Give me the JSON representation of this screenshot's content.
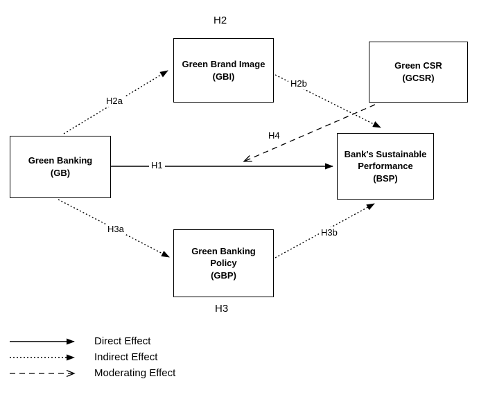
{
  "diagram": {
    "hypothesis_headers": {
      "h2": "H2",
      "h3": "H3"
    },
    "nodes": {
      "gb": {
        "label": "Green Banking\n(GB)"
      },
      "gbi": {
        "label": "Green Brand Image\n(GBI)"
      },
      "gcsr": {
        "label": "Green CSR\n(GCSR)"
      },
      "bsp": {
        "label": "Bank's Sustainable\nPerformance\n(BSP)"
      },
      "gbp": {
        "label": "Green Banking\nPolicy\n(GBP)"
      }
    },
    "edges": [
      {
        "id": "h2a",
        "from": "gb",
        "to": "gbi",
        "label": "H2a",
        "type": "indirect"
      },
      {
        "id": "h2b",
        "from": "gbi",
        "to": "bsp",
        "label": "H2b",
        "type": "indirect"
      },
      {
        "id": "h1",
        "from": "gb",
        "to": "bsp",
        "label": "H1",
        "type": "direct"
      },
      {
        "id": "h4",
        "from": "gcsr",
        "to": "h1-path",
        "label": "H4",
        "type": "moderating"
      },
      {
        "id": "h3a",
        "from": "gb",
        "to": "gbp",
        "label": "H3a",
        "type": "indirect"
      },
      {
        "id": "h3b",
        "from": "gbp",
        "to": "bsp",
        "label": "H3b",
        "type": "indirect"
      }
    ]
  },
  "legend": {
    "items": [
      {
        "style": "solid",
        "label": "Direct Effect"
      },
      {
        "style": "dotted",
        "label": "Indirect Effect"
      },
      {
        "style": "dashed",
        "label": "Moderating Effect"
      }
    ]
  },
  "colors": {
    "line": "#000000",
    "background": "#ffffff",
    "text": "#000000"
  }
}
